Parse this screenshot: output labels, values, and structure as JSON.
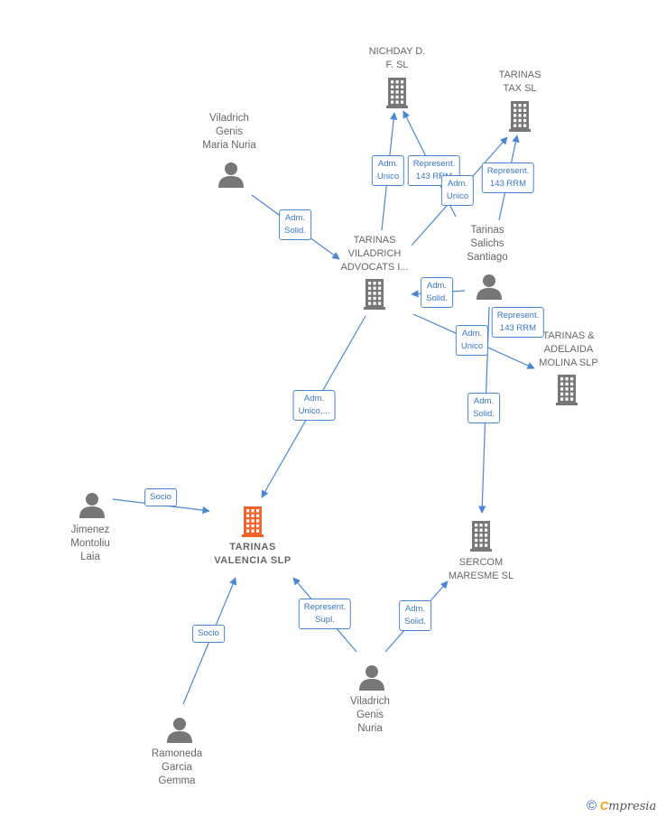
{
  "nodes": {
    "nichday": "NICHDAY D.\nF.  SL",
    "tarinas_tax": "TARINAS\nTAX  SL",
    "viladrich_maria": "Viladrich\nGenis\nMaria Nuria",
    "tarinas_viladrich": "TARINAS\nVILADRICH\nADVOCATS I...",
    "tarinas_santiago": "Tarinas\nSalichs\nSantiago",
    "tarinas_adelaida": "TARINAS &\nADELAIDA\nMOLINA  SLP",
    "jimenez": "Jimenez\nMontoliu\nLaia",
    "tarinas_valencia": "TARINAS\nVALENCIA  SLP",
    "sercom": "SERCOM\nMARESME SL",
    "viladrich_nuria": "Viladrich\nGenis\nNuria",
    "ramoneda": "Ramoneda\nGarcia\nGemma"
  },
  "relations": {
    "r1": "Adm.\nUnico",
    "r2": "Represent.\n143 RRM",
    "r3": "Represent.\n143 RRM",
    "r4": "Adm.\nUnico",
    "r5": "Adm.\nSolid.",
    "r6": "Adm.\nSolid.",
    "r7": "Represent.\n143 RRM",
    "r8": "Adm.\nUnico",
    "r9": "Adm.\nSolid.",
    "r10": "Adm.\nUnico,...",
    "r11": "Socio",
    "r12": "Socio",
    "r13": "Represent.\nSupl.",
    "r14": "Adm.\nSolid."
  },
  "colors": {
    "line": "#4a86d4",
    "company_icon": "#777777",
    "person_icon": "#777777",
    "focus_icon": "#f0622b"
  },
  "brand": {
    "copyright": "©",
    "initial": "C",
    "name": "mpresia"
  }
}
